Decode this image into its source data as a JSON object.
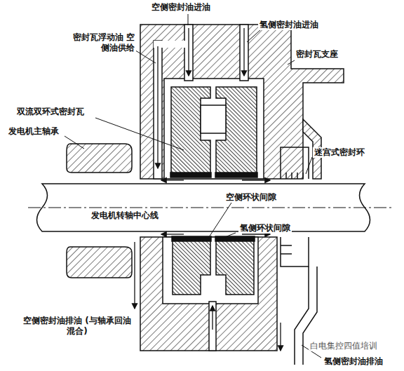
{
  "diagram": {
    "labels": [
      "空侧密封油进油",
      "氢侧密封油进油",
      "密封瓦浮动油 空侧油供给",
      "密封瓦支座",
      "双流双环式密封瓦",
      "发电机主轴承",
      "迷宫式密封环",
      "发电机转轴中心线",
      "空侧环状间隙",
      "氢侧环状间隙",
      "空侧密封油排油 (与轴承回油混合)",
      "氢侧密封油排油",
      "白电集控四值培训"
    ]
  }
}
